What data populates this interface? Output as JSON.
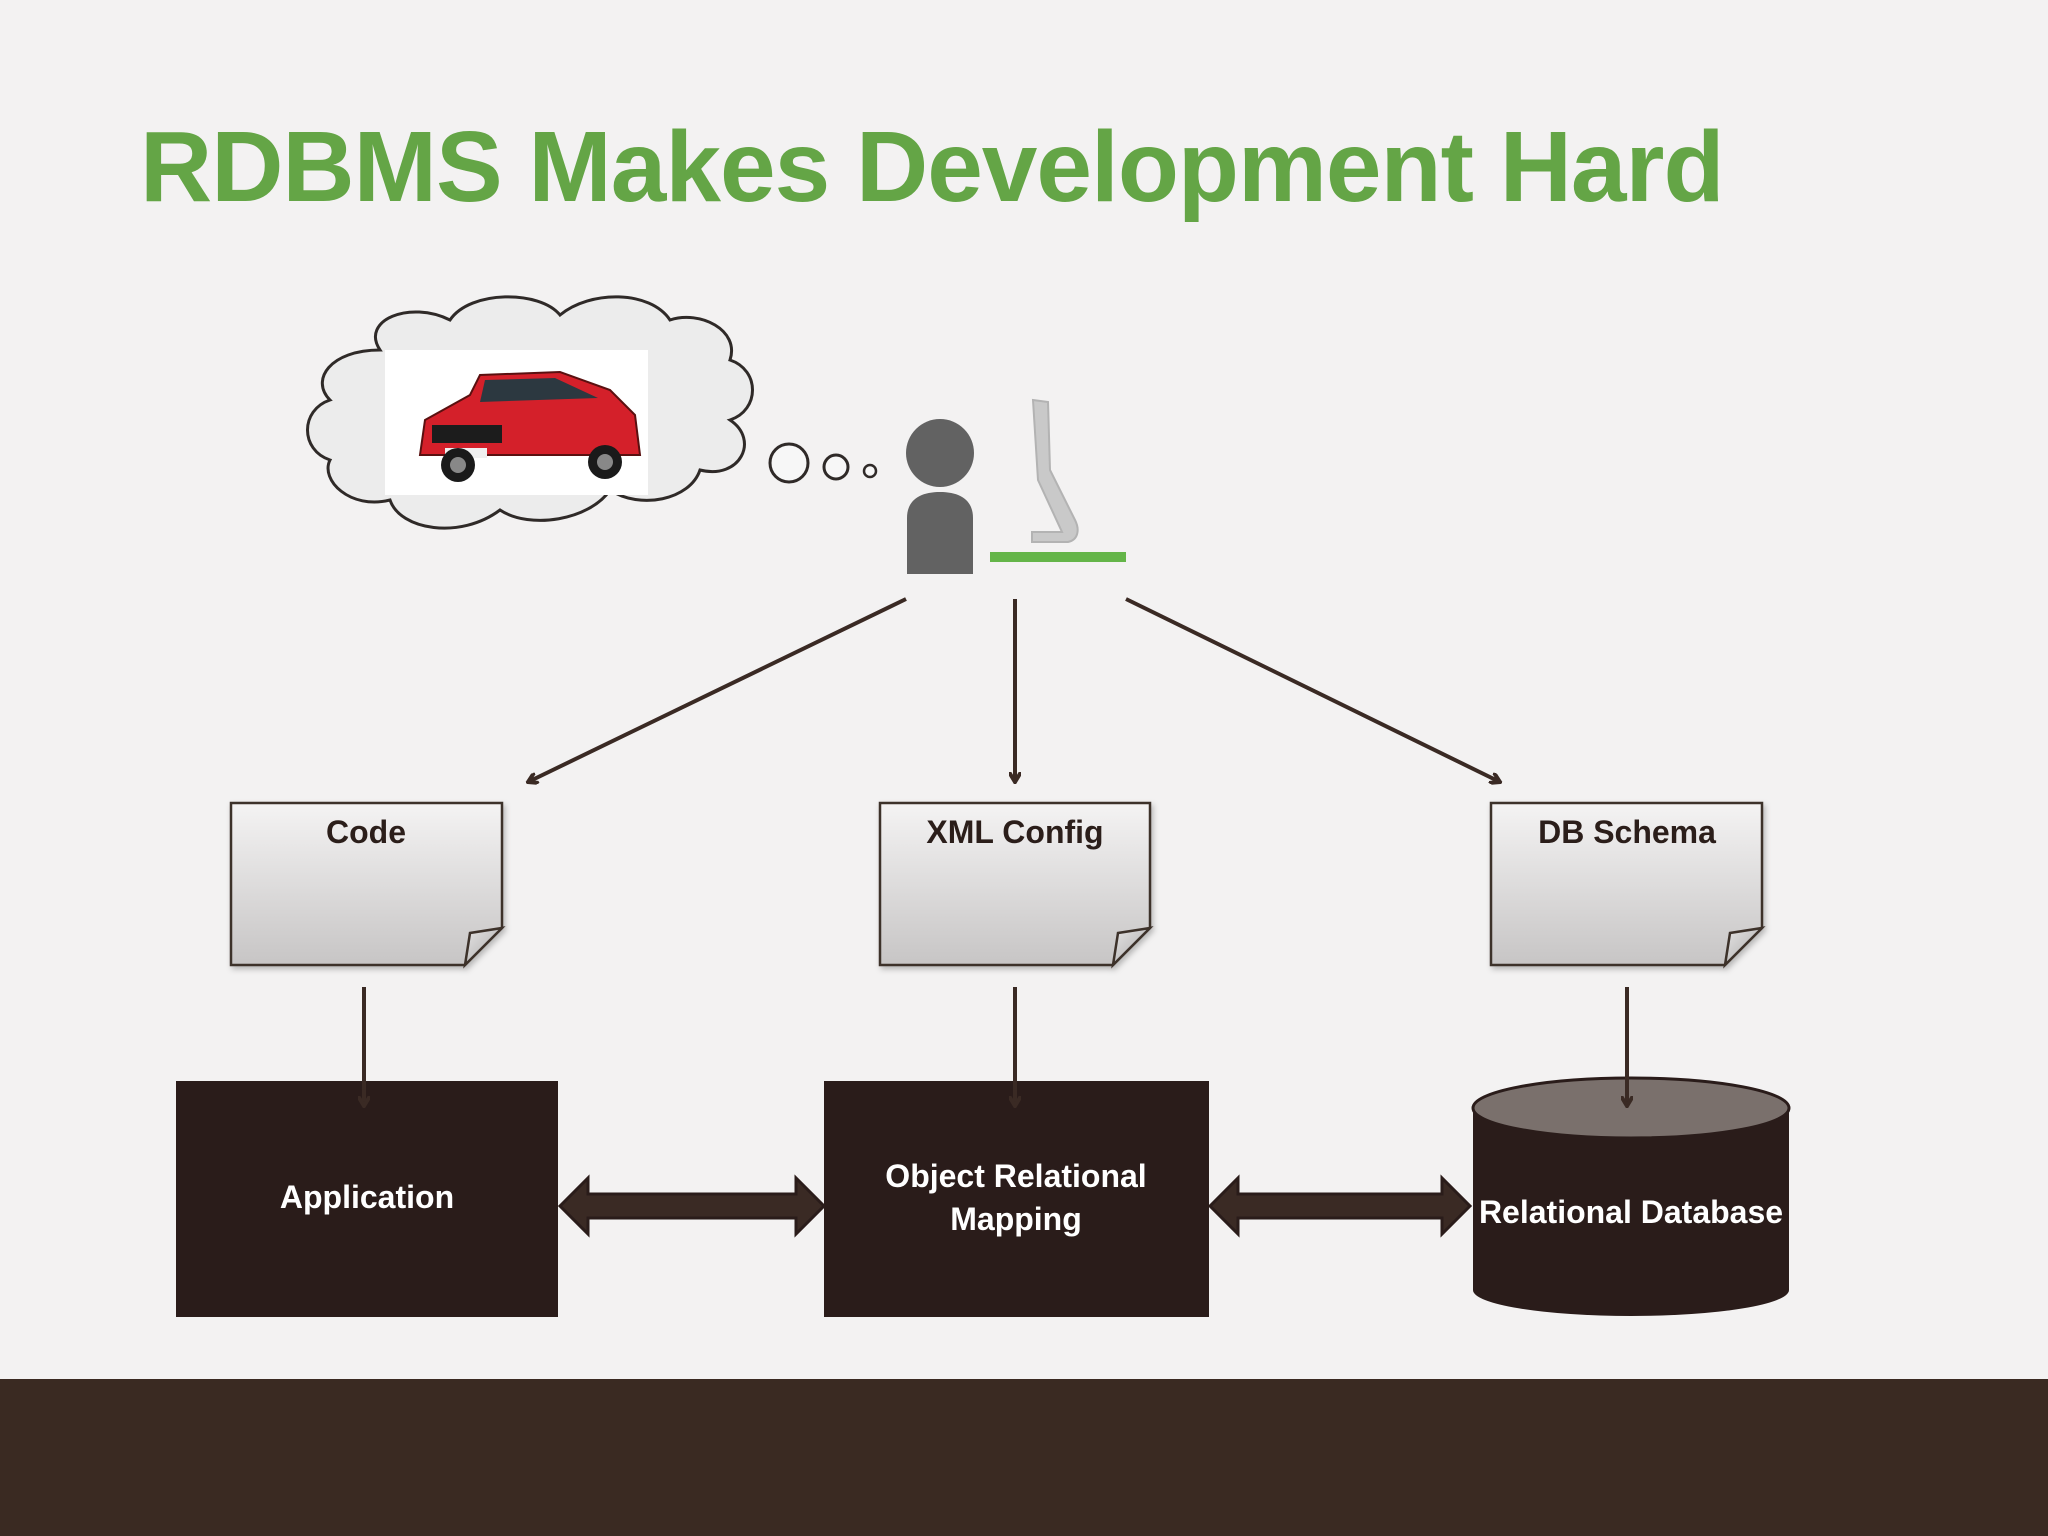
{
  "slide": {
    "title": "RDBMS Makes Development Hard"
  },
  "colors": {
    "background": "#f3f2f2",
    "title": "#64a546",
    "dark_box": "#2a1c1a",
    "arrow": "#3a2a24",
    "footer": "#3a2a22",
    "desk": "#64b549",
    "person": "#626262",
    "db_top": "#7a706c"
  },
  "illustration": {
    "thought_icon": "car-thought-bubble-icon",
    "user_icon": "developer-person-icon",
    "computer_icon": "monitor-icon"
  },
  "documents": {
    "code": "Code",
    "xml_config": "XML Config",
    "db_schema": "DB Schema"
  },
  "components": {
    "application": "Application",
    "orm_line1": "Object Relational",
    "orm_line2": "Mapping",
    "database": "Relational Database"
  }
}
